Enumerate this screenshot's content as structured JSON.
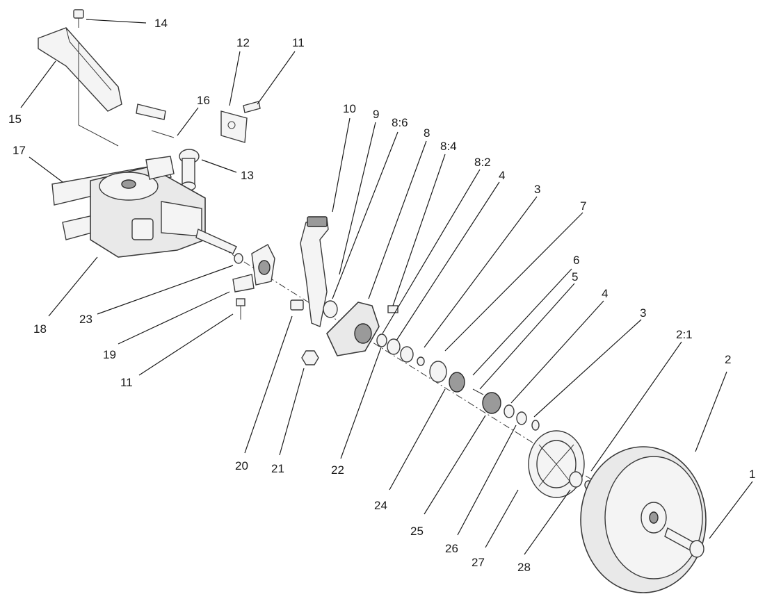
{
  "callouts": [
    {
      "id": "c14a",
      "label": "14"
    },
    {
      "id": "c12",
      "label": "12"
    },
    {
      "id": "c11a",
      "label": "11"
    },
    {
      "id": "c15",
      "label": "15"
    },
    {
      "id": "c16",
      "label": "16"
    },
    {
      "id": "c10",
      "label": "10"
    },
    {
      "id": "c9",
      "label": "9"
    },
    {
      "id": "c8_6",
      "label": "8:6"
    },
    {
      "id": "c8",
      "label": "8"
    },
    {
      "id": "c8_4",
      "label": "8:4"
    },
    {
      "id": "c8_2",
      "label": "8:2"
    },
    {
      "id": "c4a",
      "label": "4"
    },
    {
      "id": "c3a",
      "label": "3"
    },
    {
      "id": "c7",
      "label": "7"
    },
    {
      "id": "c6",
      "label": "6"
    },
    {
      "id": "c5",
      "label": "5"
    },
    {
      "id": "c4b",
      "label": "4"
    },
    {
      "id": "c3b",
      "label": "3"
    },
    {
      "id": "c2_1",
      "label": "2:1"
    },
    {
      "id": "c2",
      "label": "2"
    },
    {
      "id": "c1",
      "label": "1"
    },
    {
      "id": "c17",
      "label": "17"
    },
    {
      "id": "c13",
      "label": "13"
    },
    {
      "id": "c18",
      "label": "18"
    },
    {
      "id": "c23",
      "label": "23"
    },
    {
      "id": "c19",
      "label": "19"
    },
    {
      "id": "c11b",
      "label": "11"
    },
    {
      "id": "c20",
      "label": "20"
    },
    {
      "id": "c21",
      "label": "21"
    },
    {
      "id": "c22",
      "label": "22"
    },
    {
      "id": "c24",
      "label": "24"
    },
    {
      "id": "c25",
      "label": "25"
    },
    {
      "id": "c26",
      "label": "26"
    },
    {
      "id": "c27",
      "label": "27"
    },
    {
      "id": "c28",
      "label": "28"
    }
  ]
}
